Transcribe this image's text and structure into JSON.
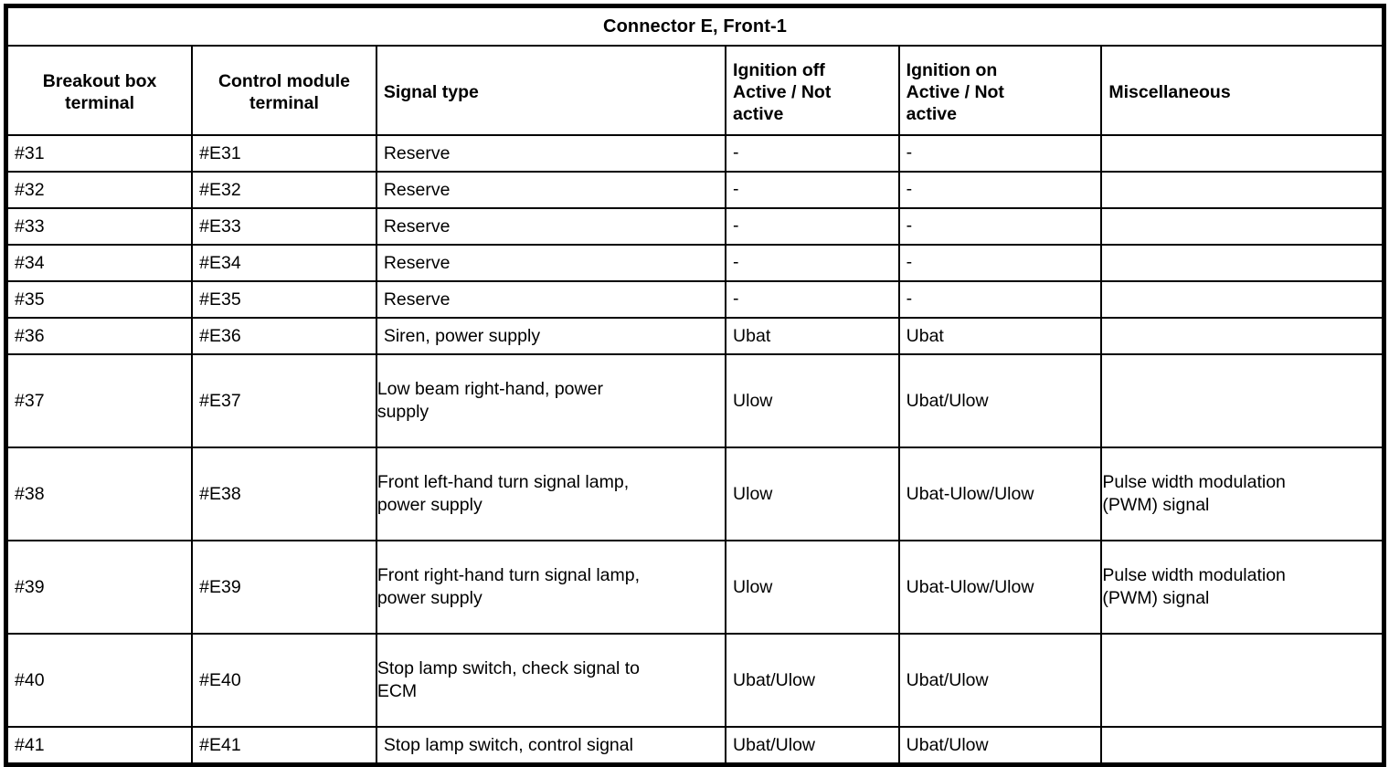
{
  "document": {
    "title": "Connector E, Front-1"
  },
  "table": {
    "headers": [
      "Breakout box terminal",
      "Control module terminal",
      "Signal type",
      "Ignition off Active / Not active",
      "Ignition on Active / Not active",
      "Miscellaneous"
    ],
    "header_lines": {
      "col1": [
        "Breakout box",
        "terminal"
      ],
      "col2": [
        "Control module",
        "terminal"
      ],
      "col3": [
        "Signal type"
      ],
      "col4": [
        "Ignition off",
        "Active / Not",
        "active"
      ],
      "col5": [
        "Ignition on",
        "Active / Not",
        "active"
      ],
      "col6": [
        "Miscellaneous"
      ]
    },
    "rows": [
      {
        "breakout_box_terminal": "#31",
        "control_module_terminal": "#E31",
        "signal_type": "Reserve",
        "ignition_off": "-",
        "ignition_on": "-",
        "miscellaneous": ""
      },
      {
        "breakout_box_terminal": "#32",
        "control_module_terminal": "#E32",
        "signal_type": "Reserve",
        "ignition_off": "-",
        "ignition_on": "-",
        "miscellaneous": ""
      },
      {
        "breakout_box_terminal": "#33",
        "control_module_terminal": "#E33",
        "signal_type": "Reserve",
        "ignition_off": "-",
        "ignition_on": "-",
        "miscellaneous": ""
      },
      {
        "breakout_box_terminal": "#34",
        "control_module_terminal": "#E34",
        "signal_type": "Reserve",
        "ignition_off": "-",
        "ignition_on": "-",
        "miscellaneous": ""
      },
      {
        "breakout_box_terminal": "#35",
        "control_module_terminal": "#E35",
        "signal_type": "Reserve",
        "ignition_off": "-",
        "ignition_on": "-",
        "miscellaneous": ""
      },
      {
        "breakout_box_terminal": "#36",
        "control_module_terminal": "#E36",
        "signal_type": "Siren, power supply",
        "ignition_off": "Ubat",
        "ignition_on": "Ubat",
        "miscellaneous": ""
      },
      {
        "breakout_box_terminal": "#37",
        "control_module_terminal": "#E37",
        "signal_type": "Low beam right-hand, power supply",
        "signal_type_lines": [
          "Low beam right-hand, power",
          "supply"
        ],
        "ignition_off": "Ulow",
        "ignition_on": "Ubat/Ulow",
        "miscellaneous": ""
      },
      {
        "breakout_box_terminal": "#38",
        "control_module_terminal": "#E38",
        "signal_type": "Front left-hand turn signal lamp, power supply",
        "signal_type_lines": [
          "Front left-hand turn signal lamp,",
          "power supply"
        ],
        "ignition_off": "Ulow",
        "ignition_on": "Ubat-Ulow/Ulow",
        "miscellaneous": "Pulse width modulation (PWM) signal",
        "miscellaneous_lines": [
          "Pulse width modulation",
          "(PWM) signal"
        ]
      },
      {
        "breakout_box_terminal": "#39",
        "control_module_terminal": "#E39",
        "signal_type": "Front right-hand turn signal lamp, power supply",
        "signal_type_lines": [
          "Front right-hand turn signal lamp,",
          "power supply"
        ],
        "ignition_off": "Ulow",
        "ignition_on": "Ubat-Ulow/Ulow",
        "miscellaneous": "Pulse width modulation (PWM) signal",
        "miscellaneous_lines": [
          "Pulse width modulation",
          "(PWM) signal"
        ]
      },
      {
        "breakout_box_terminal": "#40",
        "control_module_terminal": "#E40",
        "signal_type": "Stop lamp switch, check signal to ECM",
        "signal_type_lines": [
          "Stop lamp switch, check signal to",
          "ECM"
        ],
        "ignition_off": "Ubat/Ulow",
        "ignition_on": "Ubat/Ulow",
        "miscellaneous": ""
      },
      {
        "breakout_box_terminal": "#41",
        "control_module_terminal": "#E41",
        "signal_type": "Stop lamp switch, control signal",
        "ignition_off": "Ubat/Ulow",
        "ignition_on": "Ubat/Ulow",
        "miscellaneous": ""
      }
    ]
  },
  "colors": {
    "border": "#000000",
    "background": "#ffffff",
    "text": "#000000"
  }
}
